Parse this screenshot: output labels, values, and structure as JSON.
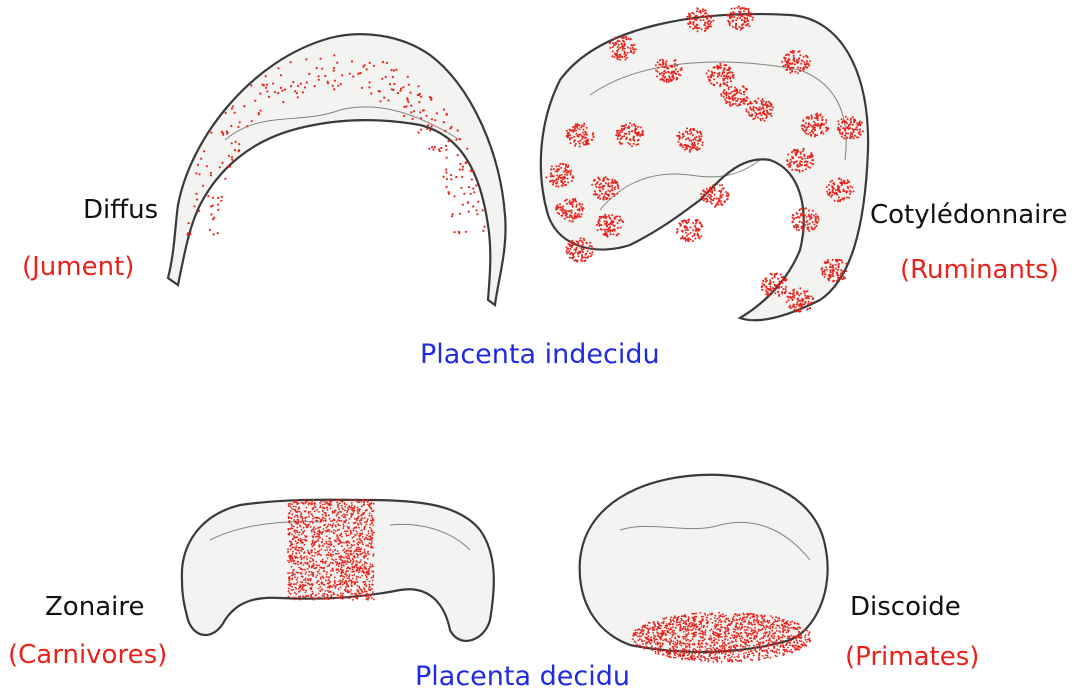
{
  "colors": {
    "outline": "#3a3a3a",
    "fill": "#f3f3f1",
    "dots": "#e8231b",
    "type_text": "#111111",
    "animal_text": "#e8231b",
    "category_text": "#1f2be0"
  },
  "categories": {
    "indeciduous": "Placenta indecidu",
    "deciduous": "Placenta decidu"
  },
  "placentas": {
    "diffuse": {
      "type": "Diffus",
      "animal": "(Jument)"
    },
    "cotyledonary": {
      "type": "Cotylédonnaire",
      "animal": "(Ruminants)"
    },
    "zonary": {
      "type": "Zonaire",
      "animal": "(Carnivores)"
    },
    "discoid": {
      "type": "Discoide",
      "animal": "(Primates)"
    }
  }
}
